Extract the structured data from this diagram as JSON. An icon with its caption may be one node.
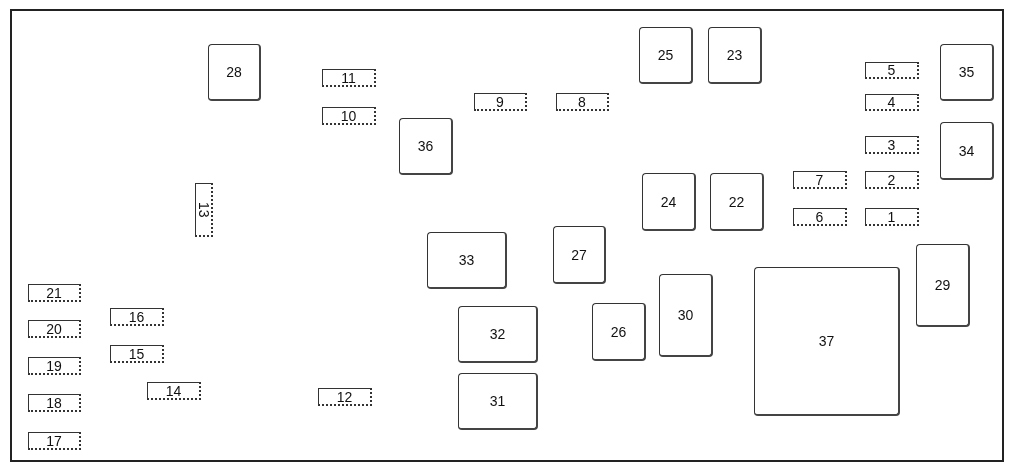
{
  "diagram": {
    "nodes": [
      {
        "text": [
          "28"
        ]
      },
      {
        "text": [
          "11"
        ]
      },
      {
        "text": [
          "25"
        ]
      },
      {
        "text": [
          "23"
        ]
      },
      {
        "text": [
          "5"
        ]
      },
      {
        "text": [
          "35"
        ]
      },
      {
        "text": [
          "9"
        ]
      },
      {
        "text": [
          "8"
        ]
      },
      {
        "text": [
          "10"
        ]
      },
      {
        "text": [
          "4"
        ]
      },
      {
        "text": [
          "36"
        ]
      },
      {
        "text": [
          "3"
        ]
      },
      {
        "text": [
          "34"
        ]
      },
      {
        "text": [
          "7"
        ]
      },
      {
        "text": [
          "2"
        ]
      },
      {
        "text": [
          "24"
        ]
      },
      {
        "text": [
          "22"
        ]
      },
      {
        "text": [
          "13"
        ]
      },
      {
        "text": [
          "6"
        ]
      },
      {
        "text": [
          "1"
        ]
      },
      {
        "text": [
          "33"
        ]
      },
      {
        "text": [
          "27"
        ]
      },
      {
        "text": [
          "29"
        ]
      },
      {
        "text": [
          "37"
        ]
      },
      {
        "text": [
          "21"
        ]
      },
      {
        "text": [
          "30"
        ]
      },
      {
        "text": [
          "16"
        ]
      },
      {
        "text": [
          "32"
        ]
      },
      {
        "text": [
          "26"
        ]
      },
      {
        "text": [
          "20"
        ]
      },
      {
        "text": [
          "15"
        ]
      },
      {
        "text": [
          "19"
        ]
      },
      {
        "text": [
          "14"
        ]
      },
      {
        "text": [
          "12"
        ]
      },
      {
        "text": [
          "31"
        ]
      },
      {
        "text": [
          "18"
        ]
      },
      {
        "text": [
          "17"
        ]
      }
    ]
  }
}
